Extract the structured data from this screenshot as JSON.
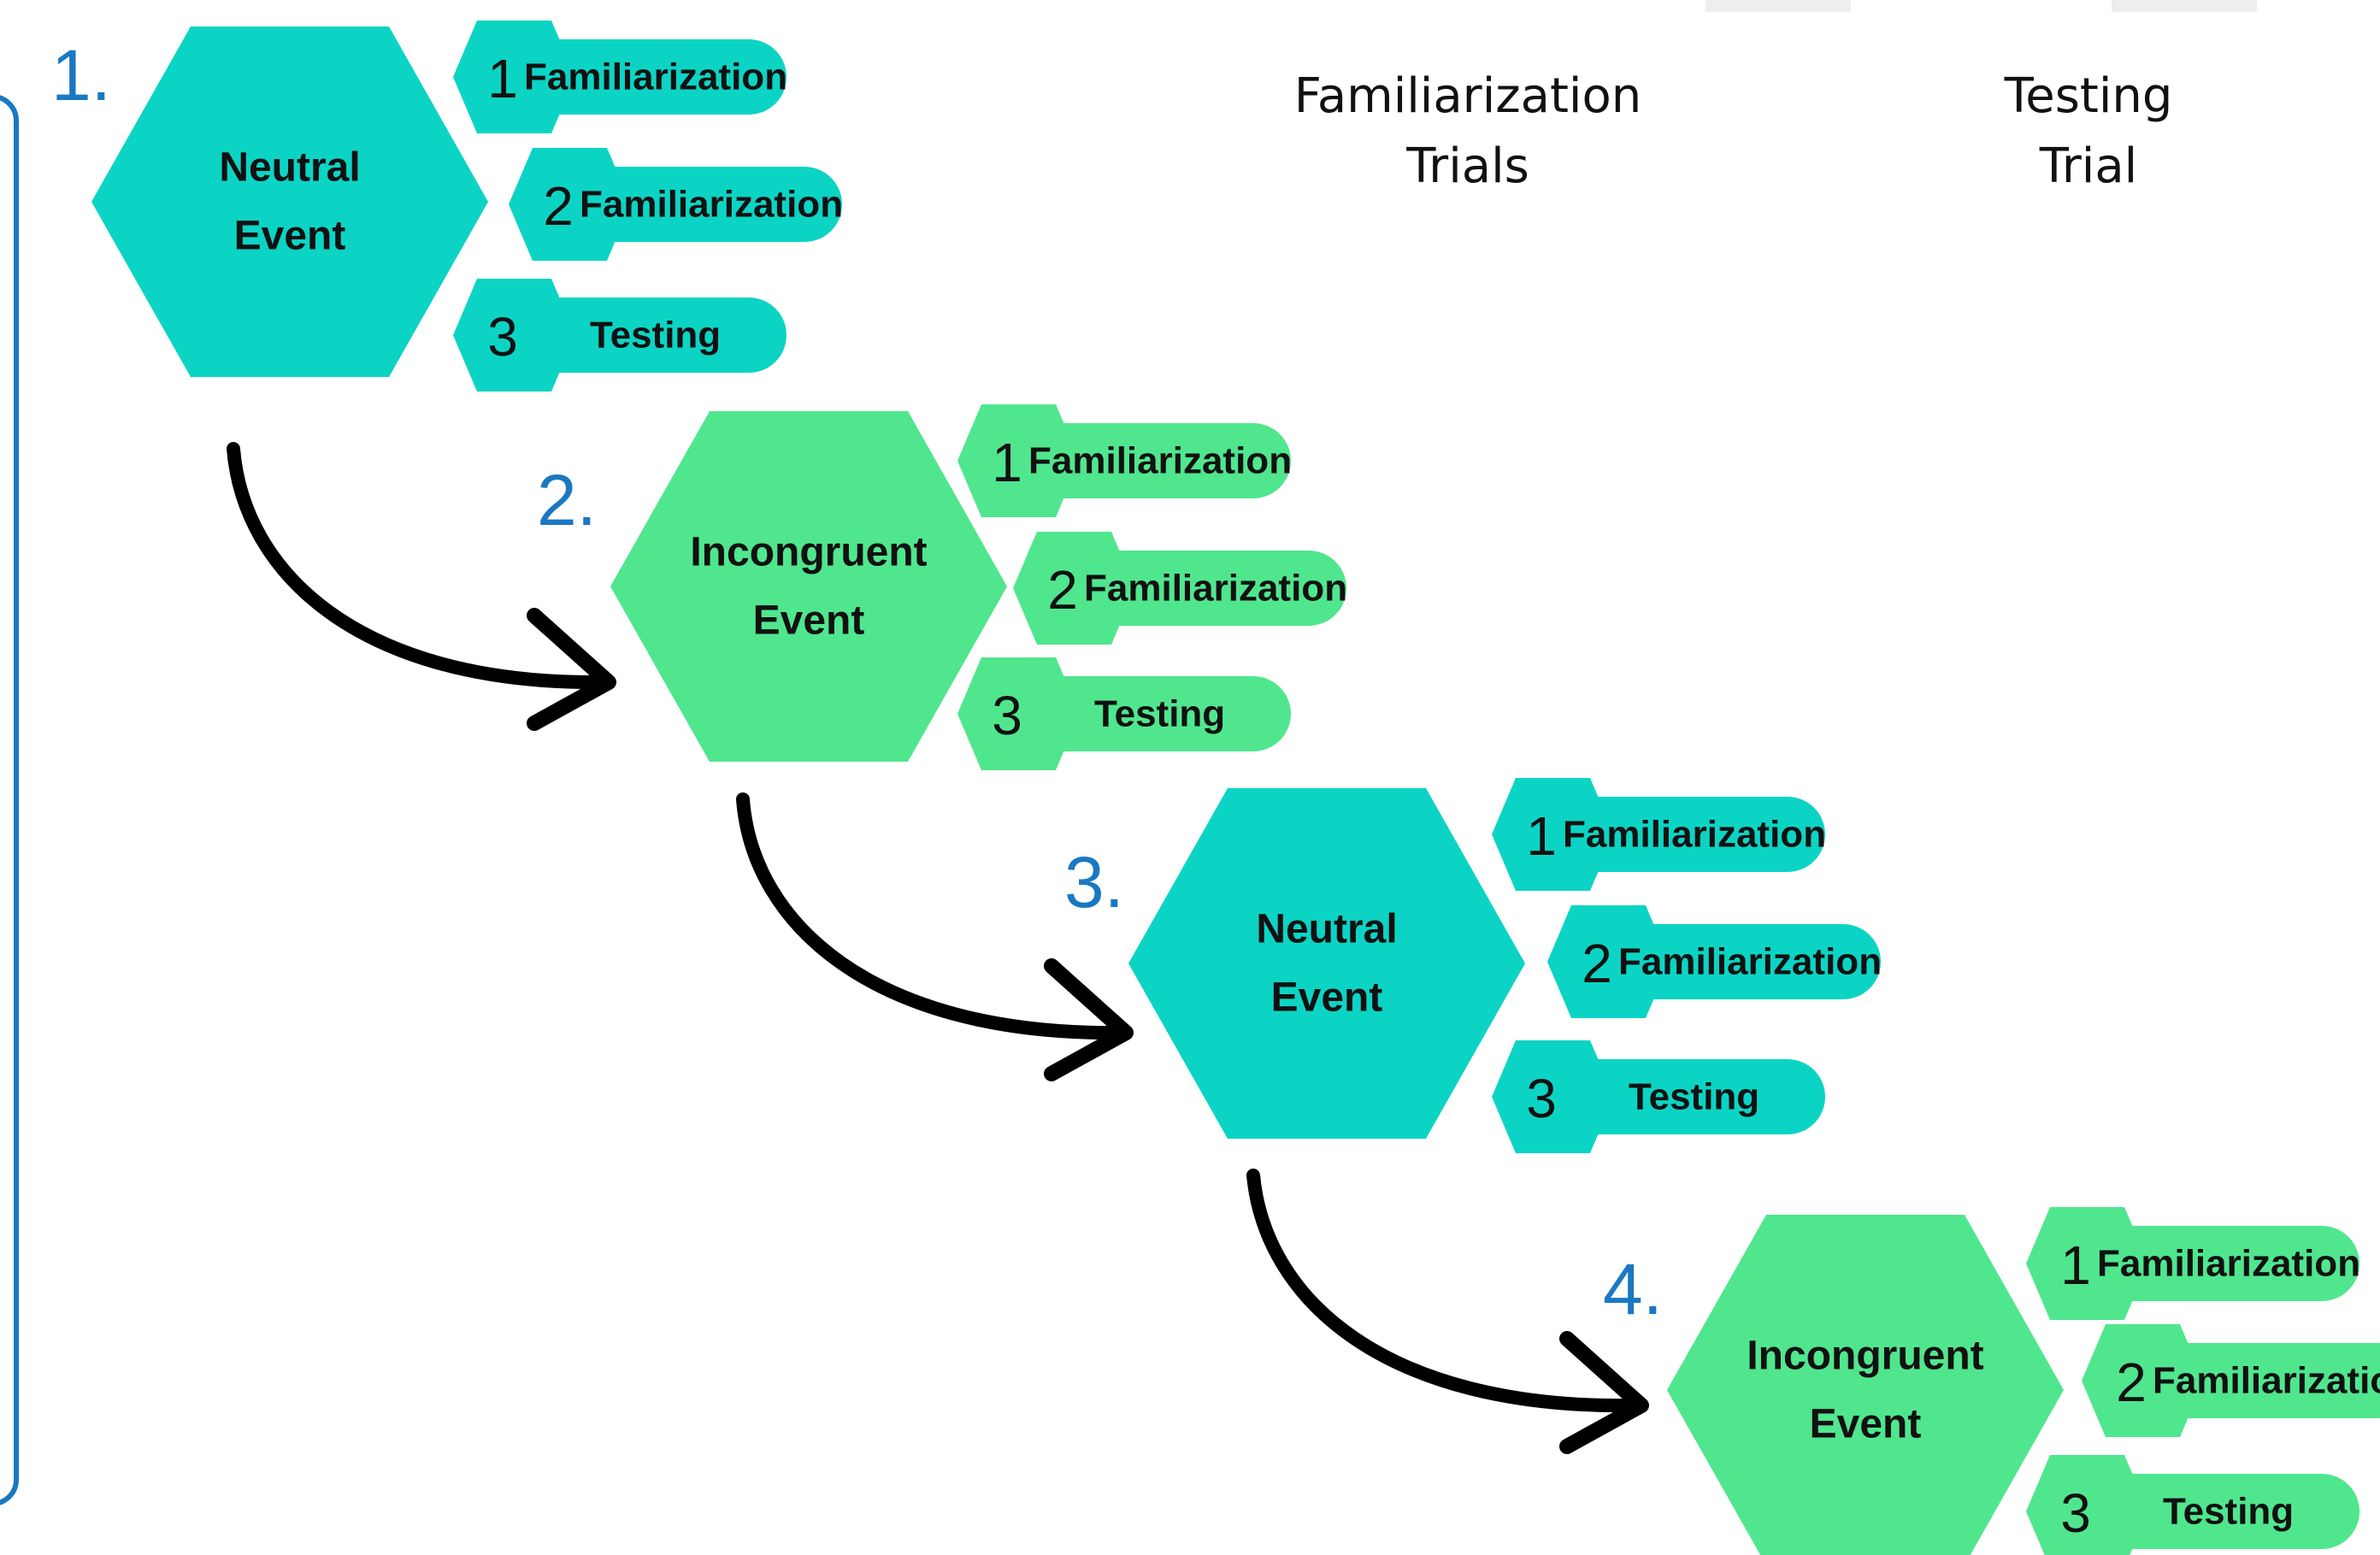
{
  "colors": {
    "neutral": "#0cd4c4",
    "incongruent": "#50e68e",
    "step_number": "#1a78c2",
    "text": "#111111",
    "arrow": "#000000",
    "frame": "#1a78c2"
  },
  "headers": {
    "familiarization": [
      "Familiarization",
      "Trials"
    ],
    "testing": [
      "Testing",
      "Trial"
    ]
  },
  "steps": [
    {
      "number": "1.",
      "event_type": "neutral",
      "event_label": [
        "Neutral",
        "Event"
      ],
      "trials": [
        {
          "num": "1",
          "label": "Familiarization"
        },
        {
          "num": "2",
          "label": "Familiarization"
        },
        {
          "num": "3",
          "label": "Testing"
        }
      ]
    },
    {
      "number": "2.",
      "event_type": "incongruent",
      "event_label": [
        "Incongruent",
        "Event"
      ],
      "trials": [
        {
          "num": "1",
          "label": "Familiarization"
        },
        {
          "num": "2",
          "label": "Familiarization"
        },
        {
          "num": "3",
          "label": "Testing"
        }
      ]
    },
    {
      "number": "3.",
      "event_type": "neutral",
      "event_label": [
        "Neutral",
        "Event"
      ],
      "trials": [
        {
          "num": "1",
          "label": "Familiarization"
        },
        {
          "num": "2",
          "label": "Familiarization"
        },
        {
          "num": "3",
          "label": "Testing"
        }
      ]
    },
    {
      "number": "4.",
      "event_type": "incongruent",
      "event_label": [
        "Incongruent",
        "Event"
      ],
      "trials": [
        {
          "num": "1",
          "label": "Familiarization"
        },
        {
          "num": "2",
          "label": "Familiarization"
        },
        {
          "num": "3",
          "label": "Testing"
        }
      ]
    }
  ]
}
